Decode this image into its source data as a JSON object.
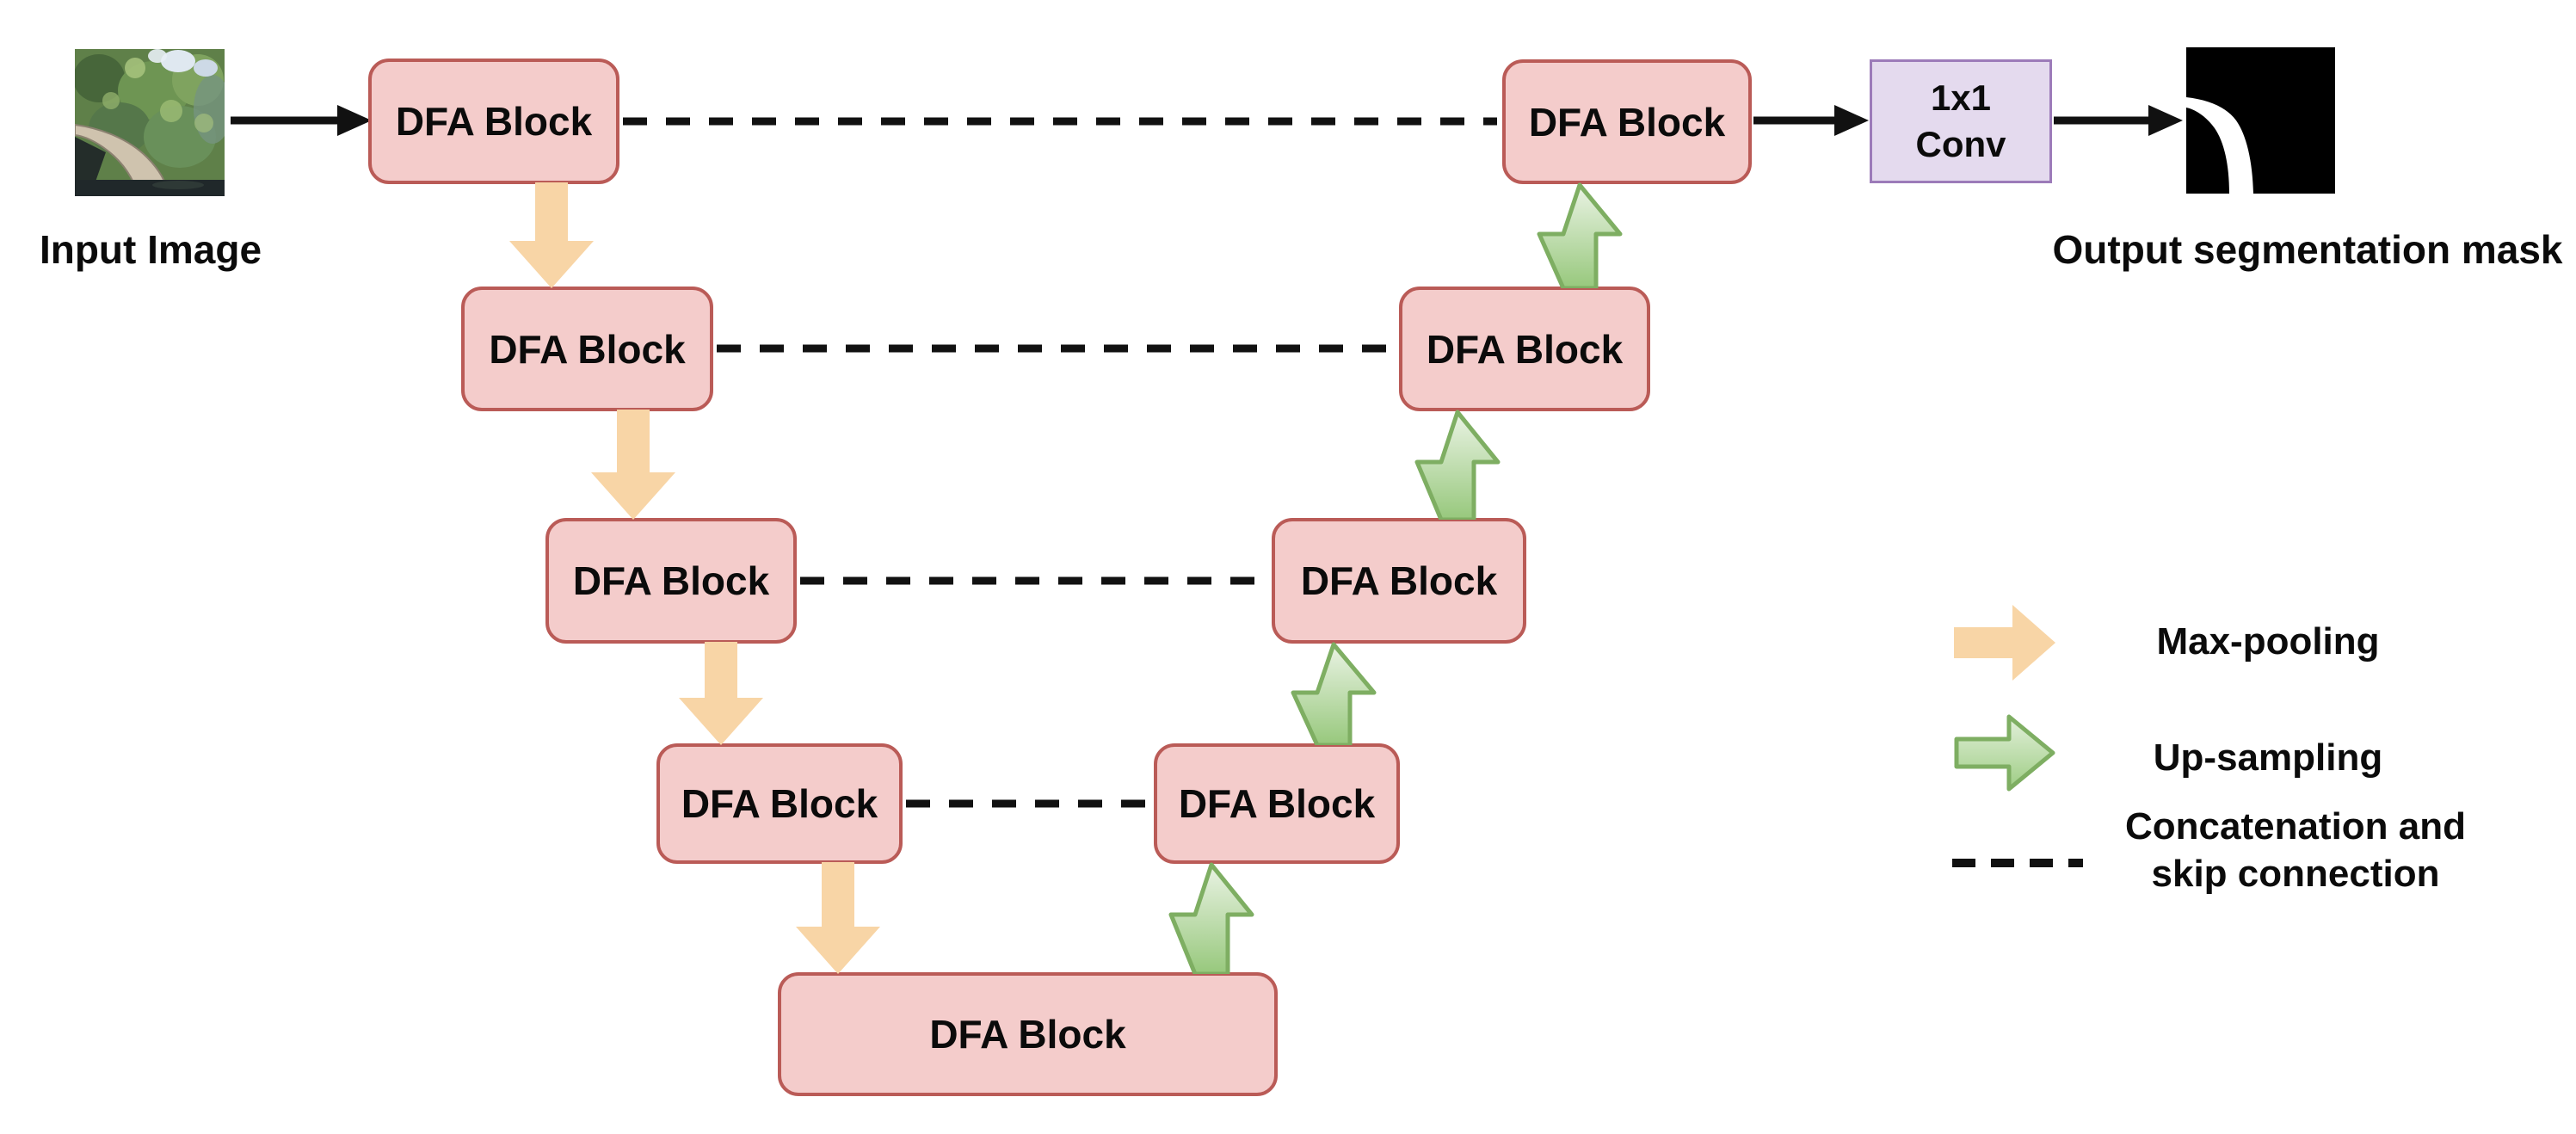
{
  "figure": {
    "type": "encoder-decoder-architecture-diagram",
    "encoder_block_count": 4,
    "decoder_block_count": 4,
    "bottleneck_block_count": 1
  },
  "nodes": {
    "dfa_label": "DFA Block",
    "conv_line1": "1x1",
    "conv_line2": "Conv"
  },
  "captions": {
    "input": "Input Image",
    "output": "Output segmentation mask"
  },
  "legend": {
    "max_pooling": "Max-pooling",
    "up_sampling": "Up-sampling",
    "skip": "Concatenation and skip connection"
  },
  "icons": {
    "max_pooling": "orange-down-arrow-icon",
    "up_sampling": "green-up-arrow-icon",
    "skip": "black-dashed-line"
  },
  "colors": {
    "background": "#FFFFFF",
    "block_fill": "#F4CCCB",
    "block_border": "#BA5B57",
    "conv_fill": "#E4DAEE",
    "conv_border": "#9C7BB9",
    "max_pooling_arrow": "#F8D5A6",
    "up_sampling_fill_top": "#EAF3E4",
    "up_sampling_fill_bottom": "#97C87C",
    "up_sampling_border": "#7EAE62",
    "connector": "#111111",
    "text": "#0B0B0B"
  }
}
